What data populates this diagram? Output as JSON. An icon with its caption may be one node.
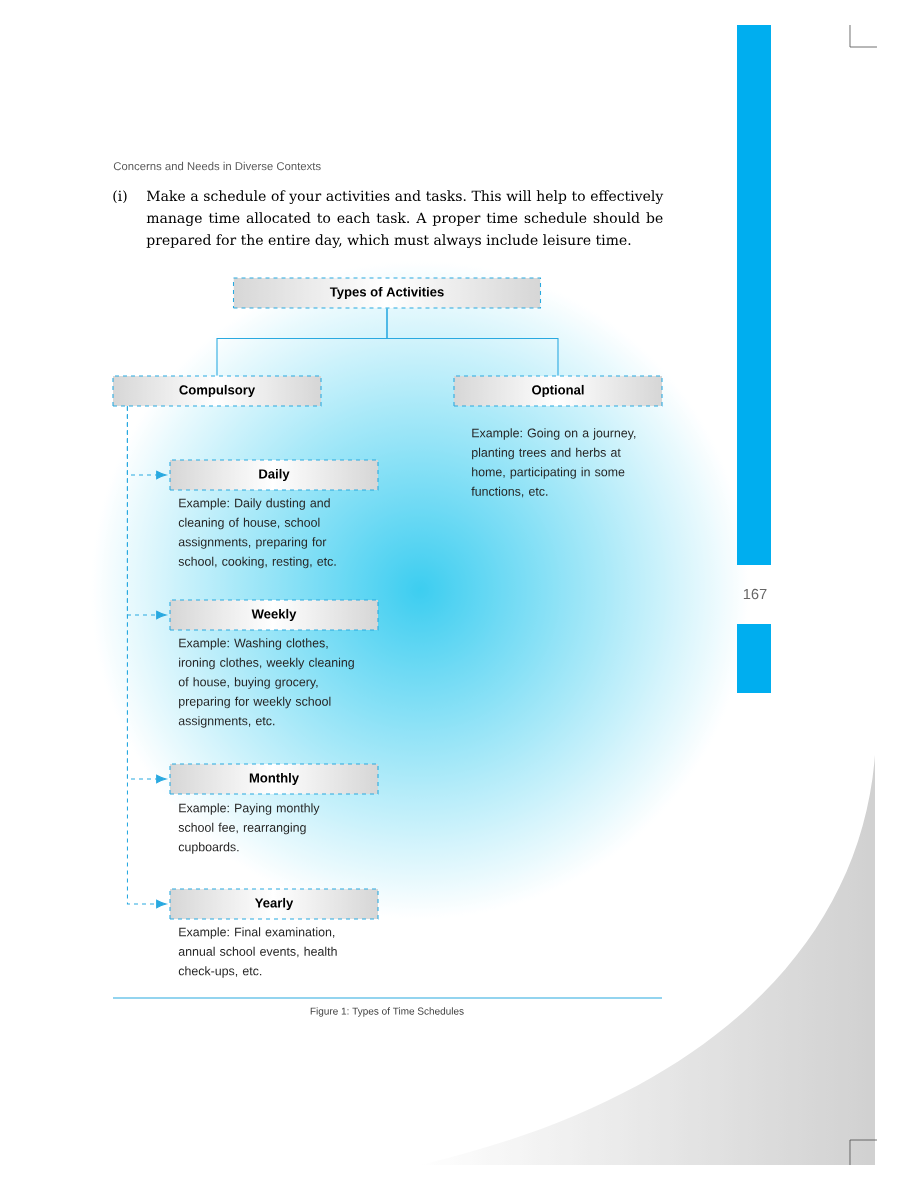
{
  "diagram": {
    "caption": "Figure 1: Types of Time Schedules",
    "nodes": [
      {
        "text": [
          "Types of Activities"
        ]
      },
      {
        "text": [
          "Compulsory"
        ]
      },
      {
        "text": [
          "Optional"
        ],
        "beside": [
          "Example: Going on a journey, planting trees and herbs at home, participating in some functions, etc."
        ]
      },
      {
        "text": [
          "Daily"
        ],
        "beside": [
          "Example: Daily dusting and cleaning of house, school assignments, preparing for school, cooking, resting, etc."
        ]
      },
      {
        "text": [
          "Weekly"
        ],
        "beside": [
          "Example: Washing clothes, ironing clothes, weekly cleaning of house, buying grocery, preparing for weekly school assignments, etc."
        ]
      },
      {
        "text": [
          "Monthly"
        ],
        "beside": [
          "Example: Paying monthly school fee, rearranging cupboards."
        ]
      },
      {
        "text": [
          "Yearly"
        ],
        "beside": [
          "Example: Final examination, annual school events, health check-ups, etc."
        ]
      }
    ],
    "edges": [
      {
        "from": 0,
        "to": 1,
        "arrow": "none"
      },
      {
        "from": 0,
        "to": 2,
        "arrow": "none"
      },
      {
        "from": 1,
        "to": 3,
        "arrow": "to",
        "style": "dashed"
      },
      {
        "from": 1,
        "to": 4,
        "arrow": "to",
        "style": "dashed"
      },
      {
        "from": 1,
        "to": 5,
        "arrow": "to",
        "style": "dashed"
      },
      {
        "from": 1,
        "to": 6,
        "arrow": "to",
        "style": "dashed"
      }
    ],
    "labels": [
      "Concerns and Needs in Diverse Contexts",
      "(i)",
      "Make a schedule of your activities and tasks. This will help to effectively manage time allocated to each task. A proper time schedule should be prepared for the entire day, which must always include leisure time.",
      "167"
    ]
  }
}
